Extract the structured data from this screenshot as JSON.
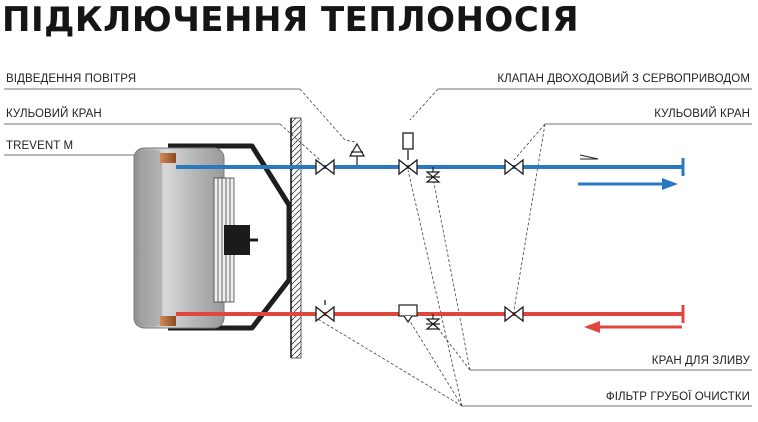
{
  "title": "ПІДКЛЮЧЕННЯ ТЕПЛОНОСІЯ",
  "labels": {
    "air_vent": "ВІДВЕДЕННЯ ПОВІТРЯ",
    "ball_valve_left": "КУЛЬОВИЙ КРАН",
    "unit": "TREVENT M",
    "two_way_valve": "КЛАПАН ДВОХОДОВИЙ З СЕРВОПРИВОДОМ",
    "ball_valve_right": "КУЛЬОВИЙ КРАН",
    "drain_valve": "КРАН ДЛЯ ЗЛИВУ",
    "coarse_filter": "ФІЛЬТР ГРУБОЇ ОЧИСТКИ"
  },
  "colors": {
    "supply": "#2a78bf",
    "return": "#e0463b",
    "unit_body": "#b9b9b9",
    "outline": "#1e1e1e"
  },
  "flows": {
    "supply_direction": "right",
    "return_direction": "left"
  }
}
